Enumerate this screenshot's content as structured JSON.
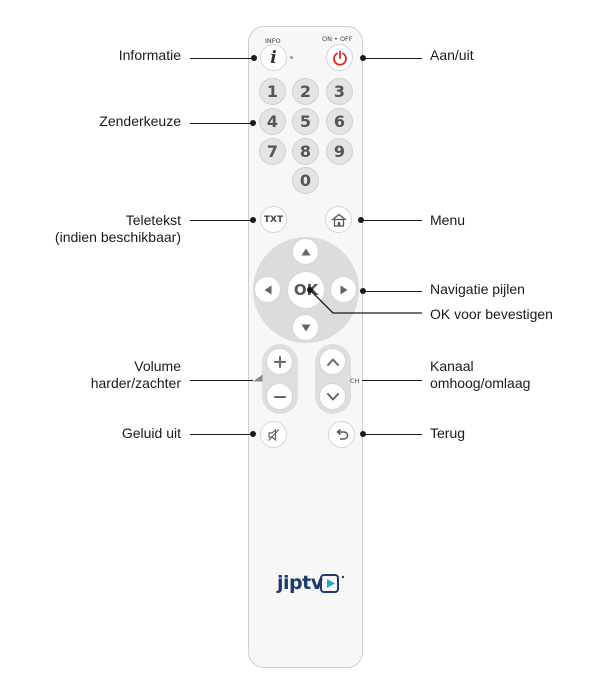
{
  "remote": {
    "info_caption": "INFO",
    "power_caption": "ON • OFF",
    "info_symbol": "i",
    "digits": [
      "1",
      "2",
      "3",
      "4",
      "5",
      "6",
      "7",
      "8",
      "9",
      "0"
    ],
    "txt_label": "TXT",
    "ok_label": "OK",
    "ch_caption": "CH",
    "logo_text": "jiptv",
    "power_color": "#e02424",
    "logo_color": "#1e3a6e",
    "logo_accent": "#2aa3d6"
  },
  "labels": {
    "informatie": "Informatie",
    "zenderkeuze": "Zenderkeuze",
    "teletekst_1": "Teletekst",
    "teletekst_2": "(indien beschikbaar)",
    "volume_1": "Volume",
    "volume_2": "harder/zachter",
    "geluid_uit": "Geluid uit",
    "aan_uit": "Aan/uit",
    "menu": "Menu",
    "navigatie": "Navigatie pijlen",
    "ok_bevestigen": "OK voor bevestigen",
    "kanaal_1": "Kanaal",
    "kanaal_2": "omhoog/omlaag",
    "terug": "Terug"
  },
  "icons": [
    "power-icon",
    "home-icon",
    "arrow-up-icon",
    "arrow-down-icon",
    "arrow-left-icon",
    "arrow-right-icon",
    "plus-icon",
    "minus-icon",
    "chevron-up-icon",
    "chevron-down-icon",
    "mute-icon",
    "back-icon",
    "volume-wedge-icon"
  ]
}
